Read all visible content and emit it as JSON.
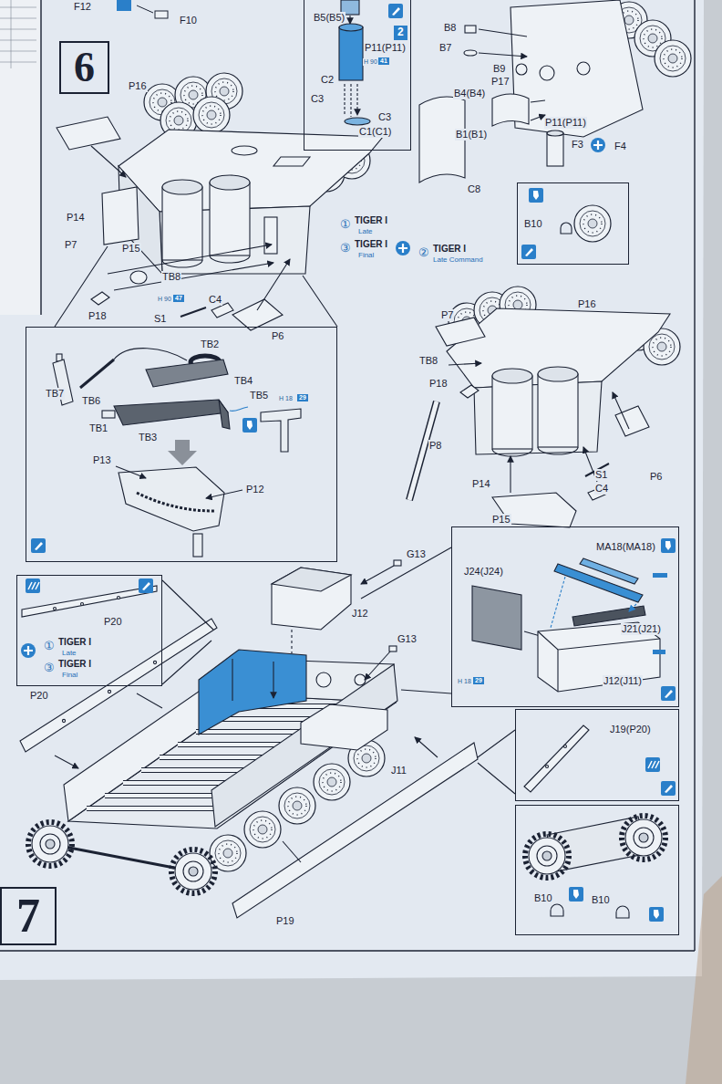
{
  "diagram": {
    "nodes": [
      {
        "text": [
          "6"
        ]
      },
      {
        "text": [
          "B5(B5)",
          "2",
          "P11(P11)",
          "H 90",
          "41",
          "C2",
          "C3",
          "C3",
          "C1(C1)"
        ]
      },
      {
        "text": [
          "B10"
        ]
      },
      {
        "text": [
          "TB7",
          "TB2",
          "TB4",
          "TB6",
          "TB5",
          "H 18",
          "29",
          "TB1",
          "TB3",
          "P13",
          "P12"
        ]
      },
      {
        "text": [
          "7"
        ]
      },
      {
        "text": [
          "P20",
          "①",
          "TIGER I",
          "Late",
          "③",
          "TIGER I",
          "Final"
        ]
      },
      {
        "text": [
          "J24(J24)",
          "MA18(MA18)",
          "J21(J21)",
          "J12(J11)",
          "H 18",
          "29"
        ]
      },
      {
        "text": [
          "J19(P20)"
        ]
      },
      {
        "text": [
          "B10",
          "B10"
        ]
      }
    ],
    "labels": [
      "F12",
      "F10",
      "B8",
      "B7",
      "B9",
      "P17",
      "B4(B4)",
      "P11(P11)",
      "B1(B1)",
      "F3",
      "F4",
      "C8",
      "①",
      "TIGER I",
      "Late",
      "③",
      "TIGER I",
      "Final",
      "②",
      "TIGER I",
      "Late Command",
      "P16",
      "P7",
      "P14",
      "P15",
      "TB8",
      "P18",
      "H 90",
      "47",
      "S1",
      "C4",
      "P6",
      "P7",
      "P16",
      "TB8",
      "P18",
      "P8",
      "S1",
      "P6",
      "C4",
      "P14",
      "P15",
      "G13",
      "J12",
      "G13",
      "P20",
      "J11",
      "P19"
    ]
  }
}
